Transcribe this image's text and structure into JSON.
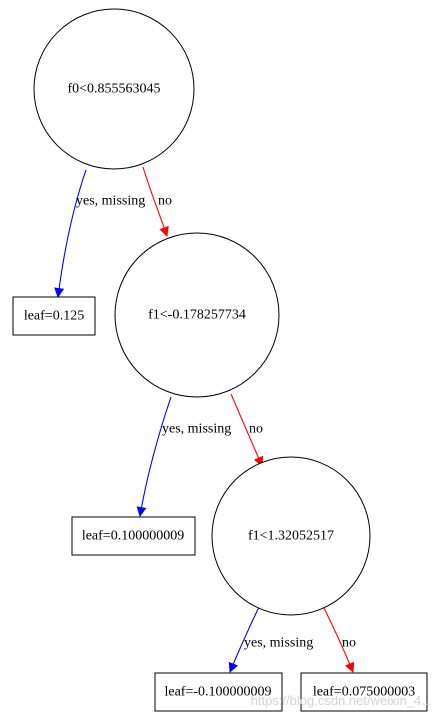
{
  "diagram": {
    "nodes": {
      "split_f0": {
        "label": "f0<0.855563045"
      },
      "leaf_1": {
        "label": "leaf=0.125"
      },
      "split_f1_a": {
        "label": "f1<-0.178257734"
      },
      "leaf_2": {
        "label": "leaf=0.100000009"
      },
      "split_f1_b": {
        "label": "f1<1.32052517"
      },
      "leaf_3": {
        "label": "leaf=-0.100000009"
      },
      "leaf_4": {
        "label": "leaf=0.075000003"
      }
    },
    "edges": {
      "e1": {
        "label": "yes, missing",
        "color": "#0000ff"
      },
      "e2": {
        "label": "no",
        "color": "#ff0000"
      },
      "e3": {
        "label": "yes, missing",
        "color": "#0000ff"
      },
      "e4": {
        "label": "no",
        "color": "#ff0000"
      },
      "e5": {
        "label": "yes, missing",
        "color": "#0000ff"
      },
      "e6": {
        "label": "no",
        "color": "#ff0000"
      }
    }
  },
  "watermark": {
    "text": "https://blog.csdn.net/weixin_4..."
  }
}
